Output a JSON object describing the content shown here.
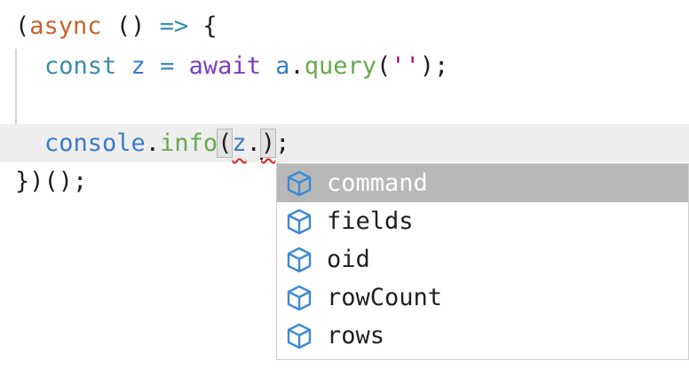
{
  "editor": {
    "line1": {
      "open_paren": "(",
      "async_kw": "async",
      "space1": " ",
      "params": "()",
      "space2": " ",
      "arrow": "=>",
      "space3": " ",
      "open_brace": "{"
    },
    "line2": {
      "const_kw": "const",
      "space1": " ",
      "var_name": "z",
      "space2": " ",
      "equals": "=",
      "space3": " ",
      "await_kw": "await",
      "space4": " ",
      "obj": "a",
      "dot": ".",
      "method": "query",
      "open_paren": "(",
      "string": "''",
      "close_paren_semi": ");"
    },
    "line4": {
      "console": "console",
      "dot": ".",
      "method": "info",
      "open_paren": "(",
      "arg": "z",
      "dot2": ".",
      "close_paren": ")",
      "semi": ";"
    },
    "line5": {
      "text": "})();"
    }
  },
  "suggest": {
    "items": [
      {
        "label": "command",
        "icon": "field-cube-icon",
        "selected": true
      },
      {
        "label": "fields",
        "icon": "field-cube-icon",
        "selected": false
      },
      {
        "label": "oid",
        "icon": "field-cube-icon",
        "selected": false
      },
      {
        "label": "rowCount",
        "icon": "field-cube-icon",
        "selected": false
      },
      {
        "label": "rows",
        "icon": "field-cube-icon",
        "selected": false
      }
    ]
  },
  "colors": {
    "keyword_orange": "#c4632a",
    "keyword_blue": "#3a8bb1",
    "await_purple": "#7b3fbf",
    "identifier_blue": "#3a7bc8",
    "method_green": "#6aa84f",
    "string_magenta": "#b3007c",
    "icon_blue": "#3d8bd4",
    "selected_bg": "#b8b8b8"
  }
}
